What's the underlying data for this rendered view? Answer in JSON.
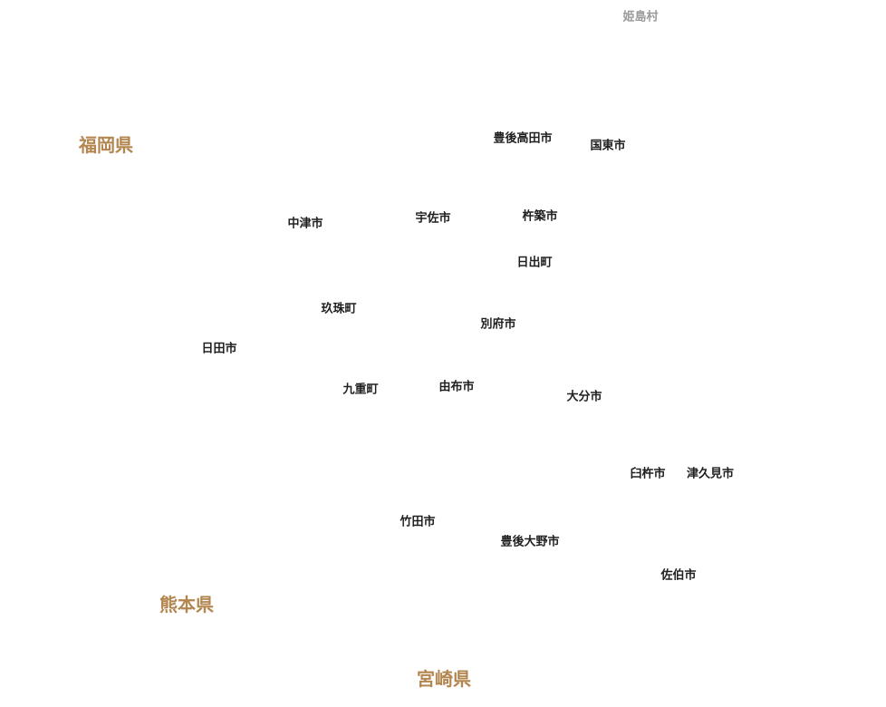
{
  "colors": {
    "background": "#ffffff",
    "city_label": "#1f1f1f",
    "island_label": "#9a9a9a",
    "prefecture_label": "#b3864f"
  },
  "island_labels": {
    "himeshima": "姫島村"
  },
  "prefecture_labels": {
    "fukuoka": "福岡県",
    "kumamoto": "熊本県",
    "miyazaki": "宮崎県"
  },
  "municipality_labels": {
    "bungotakada": "豊後高田市",
    "kunisaki": "国東市",
    "nakatsu": "中津市",
    "usa": "宇佐市",
    "kitsuki": "杵築市",
    "hiji": "日出町",
    "kusu": "玖珠町",
    "beppu": "別府市",
    "hita": "日田市",
    "kokonoe": "九重町",
    "yufu": "由布市",
    "oita": "大分市",
    "usuki": "臼杵市",
    "tsukumi": "津久見市",
    "taketa": "竹田市",
    "bungoono": "豊後大野市",
    "saiki": "佐伯市"
  }
}
